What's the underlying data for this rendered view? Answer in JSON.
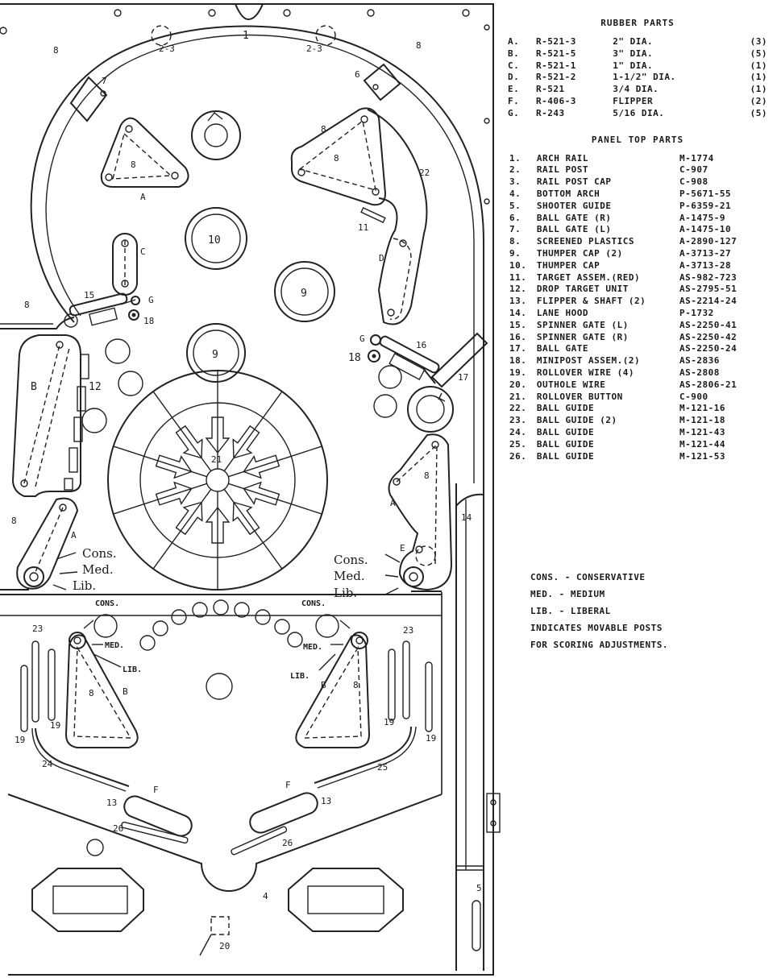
{
  "rubber_parts": {
    "title": "RUBBER PARTS",
    "items": [
      {
        "key": "A.",
        "part": "R-521-3",
        "desc": "2\" DIA.",
        "qty": "(3)"
      },
      {
        "key": "B.",
        "part": "R-521-5",
        "desc": "3\" DIA.",
        "qty": "(5)"
      },
      {
        "key": "C.",
        "part": "R-521-1",
        "desc": "1\" DIA.",
        "qty": "(1)"
      },
      {
        "key": "D.",
        "part": "R-521-2",
        "desc": "1-1/2\" DIA.",
        "qty": "(1)"
      },
      {
        "key": "E.",
        "part": "R-521",
        "desc": "3/4 DIA.",
        "qty": "(1)"
      },
      {
        "key": "F.",
        "part": "R-406-3",
        "desc": "FLIPPER",
        "qty": "(2)"
      },
      {
        "key": "G.",
        "part": "R-243",
        "desc": "5/16 DIA.",
        "qty": "(5)"
      }
    ]
  },
  "panel_top_parts": {
    "title": "PANEL TOP PARTS",
    "items": [
      {
        "num": "1.",
        "name": "ARCH RAIL",
        "part": "M-1774"
      },
      {
        "num": "2.",
        "name": "RAIL POST",
        "part": "C-907"
      },
      {
        "num": "3.",
        "name": "RAIL POST CAP",
        "part": "C-908"
      },
      {
        "num": "4.",
        "name": "BOTTOM ARCH",
        "part": "P-5671-55"
      },
      {
        "num": "5.",
        "name": "SHOOTER GUIDE",
        "part": "P-6359-21"
      },
      {
        "num": "6.",
        "name": "BALL GATE (R)",
        "part": "A-1475-9"
      },
      {
        "num": "7.",
        "name": "BALL GATE (L)",
        "part": "A-1475-10"
      },
      {
        "num": "8.",
        "name": "SCREENED PLASTICS",
        "part": "A-2890-127"
      },
      {
        "num": "9.",
        "name": "THUMPER CAP (2)",
        "part": "A-3713-27"
      },
      {
        "num": "10.",
        "name": "THUMPER CAP",
        "part": "A-3713-28"
      },
      {
        "num": "11.",
        "name": "TARGET ASSEM.(RED)",
        "part": "AS-982-723"
      },
      {
        "num": "12.",
        "name": "DROP TARGET UNIT",
        "part": "AS-2795-51"
      },
      {
        "num": "13.",
        "name": "FLIPPER & SHAFT (2)",
        "part": "AS-2214-24"
      },
      {
        "num": "14.",
        "name": "LANE HOOD",
        "part": "P-1732"
      },
      {
        "num": "15.",
        "name": "SPINNER GATE (L)",
        "part": "AS-2250-41"
      },
      {
        "num": "16.",
        "name": "SPINNER GATE (R)",
        "part": "AS-2250-42"
      },
      {
        "num": "17.",
        "name": "BALL GATE",
        "part": "AS-2250-24"
      },
      {
        "num": "18.",
        "name": "MINIPOST ASSEM.(2)",
        "part": "AS-2836"
      },
      {
        "num": "19.",
        "name": "ROLLOVER WIRE (4)",
        "part": "AS-2808"
      },
      {
        "num": "20.",
        "name": "OUTHOLE WIRE",
        "part": "AS-2806-21"
      },
      {
        "num": "21.",
        "name": "ROLLOVER BUTTON",
        "part": "C-900"
      },
      {
        "num": "22.",
        "name": "BALL GUIDE",
        "part": "M-121-16"
      },
      {
        "num": "23.",
        "name": "BALL GUIDE (2)",
        "part": "M-121-18"
      },
      {
        "num": "24.",
        "name": "BALL GUIDE",
        "part": "M-121-43"
      },
      {
        "num": "25.",
        "name": "BALL GUIDE",
        "part": "M-121-44"
      },
      {
        "num": "26.",
        "name": "BALL GUIDE",
        "part": "M-121-53"
      }
    ]
  },
  "notes": [
    "CONS. - CONSERVATIVE",
    "MED.  - MEDIUM",
    "LIB.  - LIBERAL",
    "INDICATES MOVABLE POSTS",
    "FOR SCORING ADJUSTMENTS."
  ],
  "callouts": {
    "n1": "1",
    "n23": "2-3",
    "n4": "4",
    "n5": "5",
    "n6": "6",
    "n7": "7",
    "n8": "8",
    "n9": "9",
    "n10": "10",
    "n11": "11",
    "n12": "12",
    "n13": "13",
    "n14": "14",
    "n15": "15",
    "n16": "16",
    "n17": "17",
    "n18": "18",
    "n19": "19",
    "n20": "20",
    "n21": "21",
    "n22": "22",
    "n23b": "23",
    "n24": "24",
    "n25": "25",
    "n26": "26",
    "A": "A",
    "B": "B",
    "C": "C",
    "D": "D",
    "E": "E",
    "F": "F",
    "G": "G"
  },
  "adjust_labels": {
    "cons": "Cons.",
    "med": "Med.",
    "lib": "Lib.",
    "cons_small": "CONS.",
    "med_small": "MED.",
    "lib_small": "LIB."
  }
}
